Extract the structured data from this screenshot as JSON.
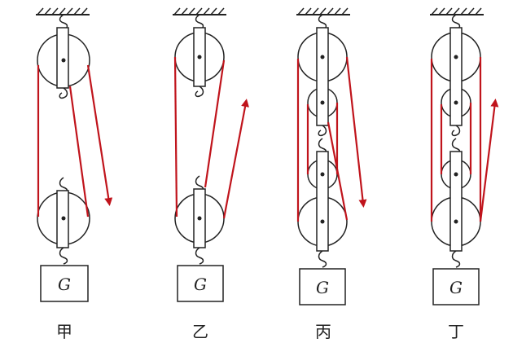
{
  "colors": {
    "rope": "#c0141c",
    "line": "#222222",
    "fill": "#ffffff"
  },
  "systems": [
    {
      "label": "甲",
      "load": "G"
    },
    {
      "label": "乙",
      "load": "G"
    },
    {
      "label": "丙",
      "load": "G"
    },
    {
      "label": "丁",
      "load": "G"
    }
  ]
}
